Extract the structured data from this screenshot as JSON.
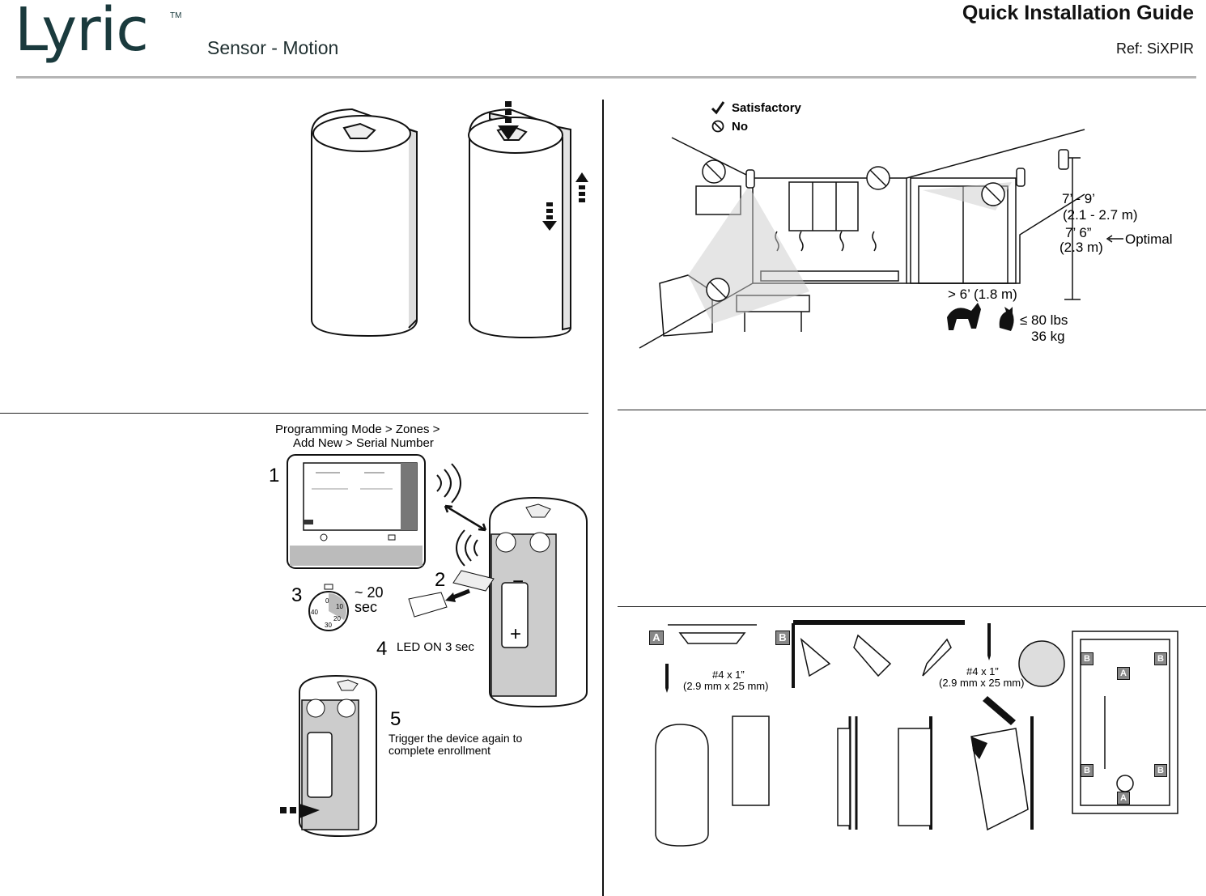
{
  "header": {
    "brand": "Lyric",
    "trademark": "TM",
    "product": "Sensor - Motion",
    "title": "Quick Installation Guide",
    "ref": "Ref: SiXPIR"
  },
  "placement": {
    "legend_ok": "Satisfactory",
    "legend_no": "No",
    "height_range": "7’ - 9’",
    "height_range_metric": "(2.1 - 2.7 m)",
    "height_optimal": "7’ 6”",
    "height_optimal_metric": "(2.3 m)",
    "optimal_label": "Optimal",
    "min_distance": "> 6’ (1.8 m)",
    "pet_weight": "≤ 80 lbs",
    "pet_weight_metric": "36 kg"
  },
  "enroll": {
    "menu_path_line1": "Programming Mode > Zones >",
    "menu_path_line2": "Add New > Serial Number",
    "step1": "1",
    "step2": "2",
    "step3": "3",
    "step3_time": "~ 20",
    "step3_unit": "sec",
    "step4": "4",
    "step4_text": "LED ON 3 sec",
    "step5": "5",
    "step5_line1": "Trigger the device again to",
    "step5_line2": "complete enrollment",
    "timer_0": "0",
    "timer_10": "10",
    "timer_20": "20",
    "timer_30": "30",
    "timer_40": "40",
    "battery_minus": "−",
    "battery_plus": "+"
  },
  "mounting": {
    "label_a": "A",
    "label_b": "B",
    "screw_left": "#4 x 1”",
    "screw_left_metric": "(2.9 mm x 25 mm)",
    "screw_right": "#4 x 1”",
    "screw_right_metric": "(2.9 mm x 25 mm)"
  }
}
